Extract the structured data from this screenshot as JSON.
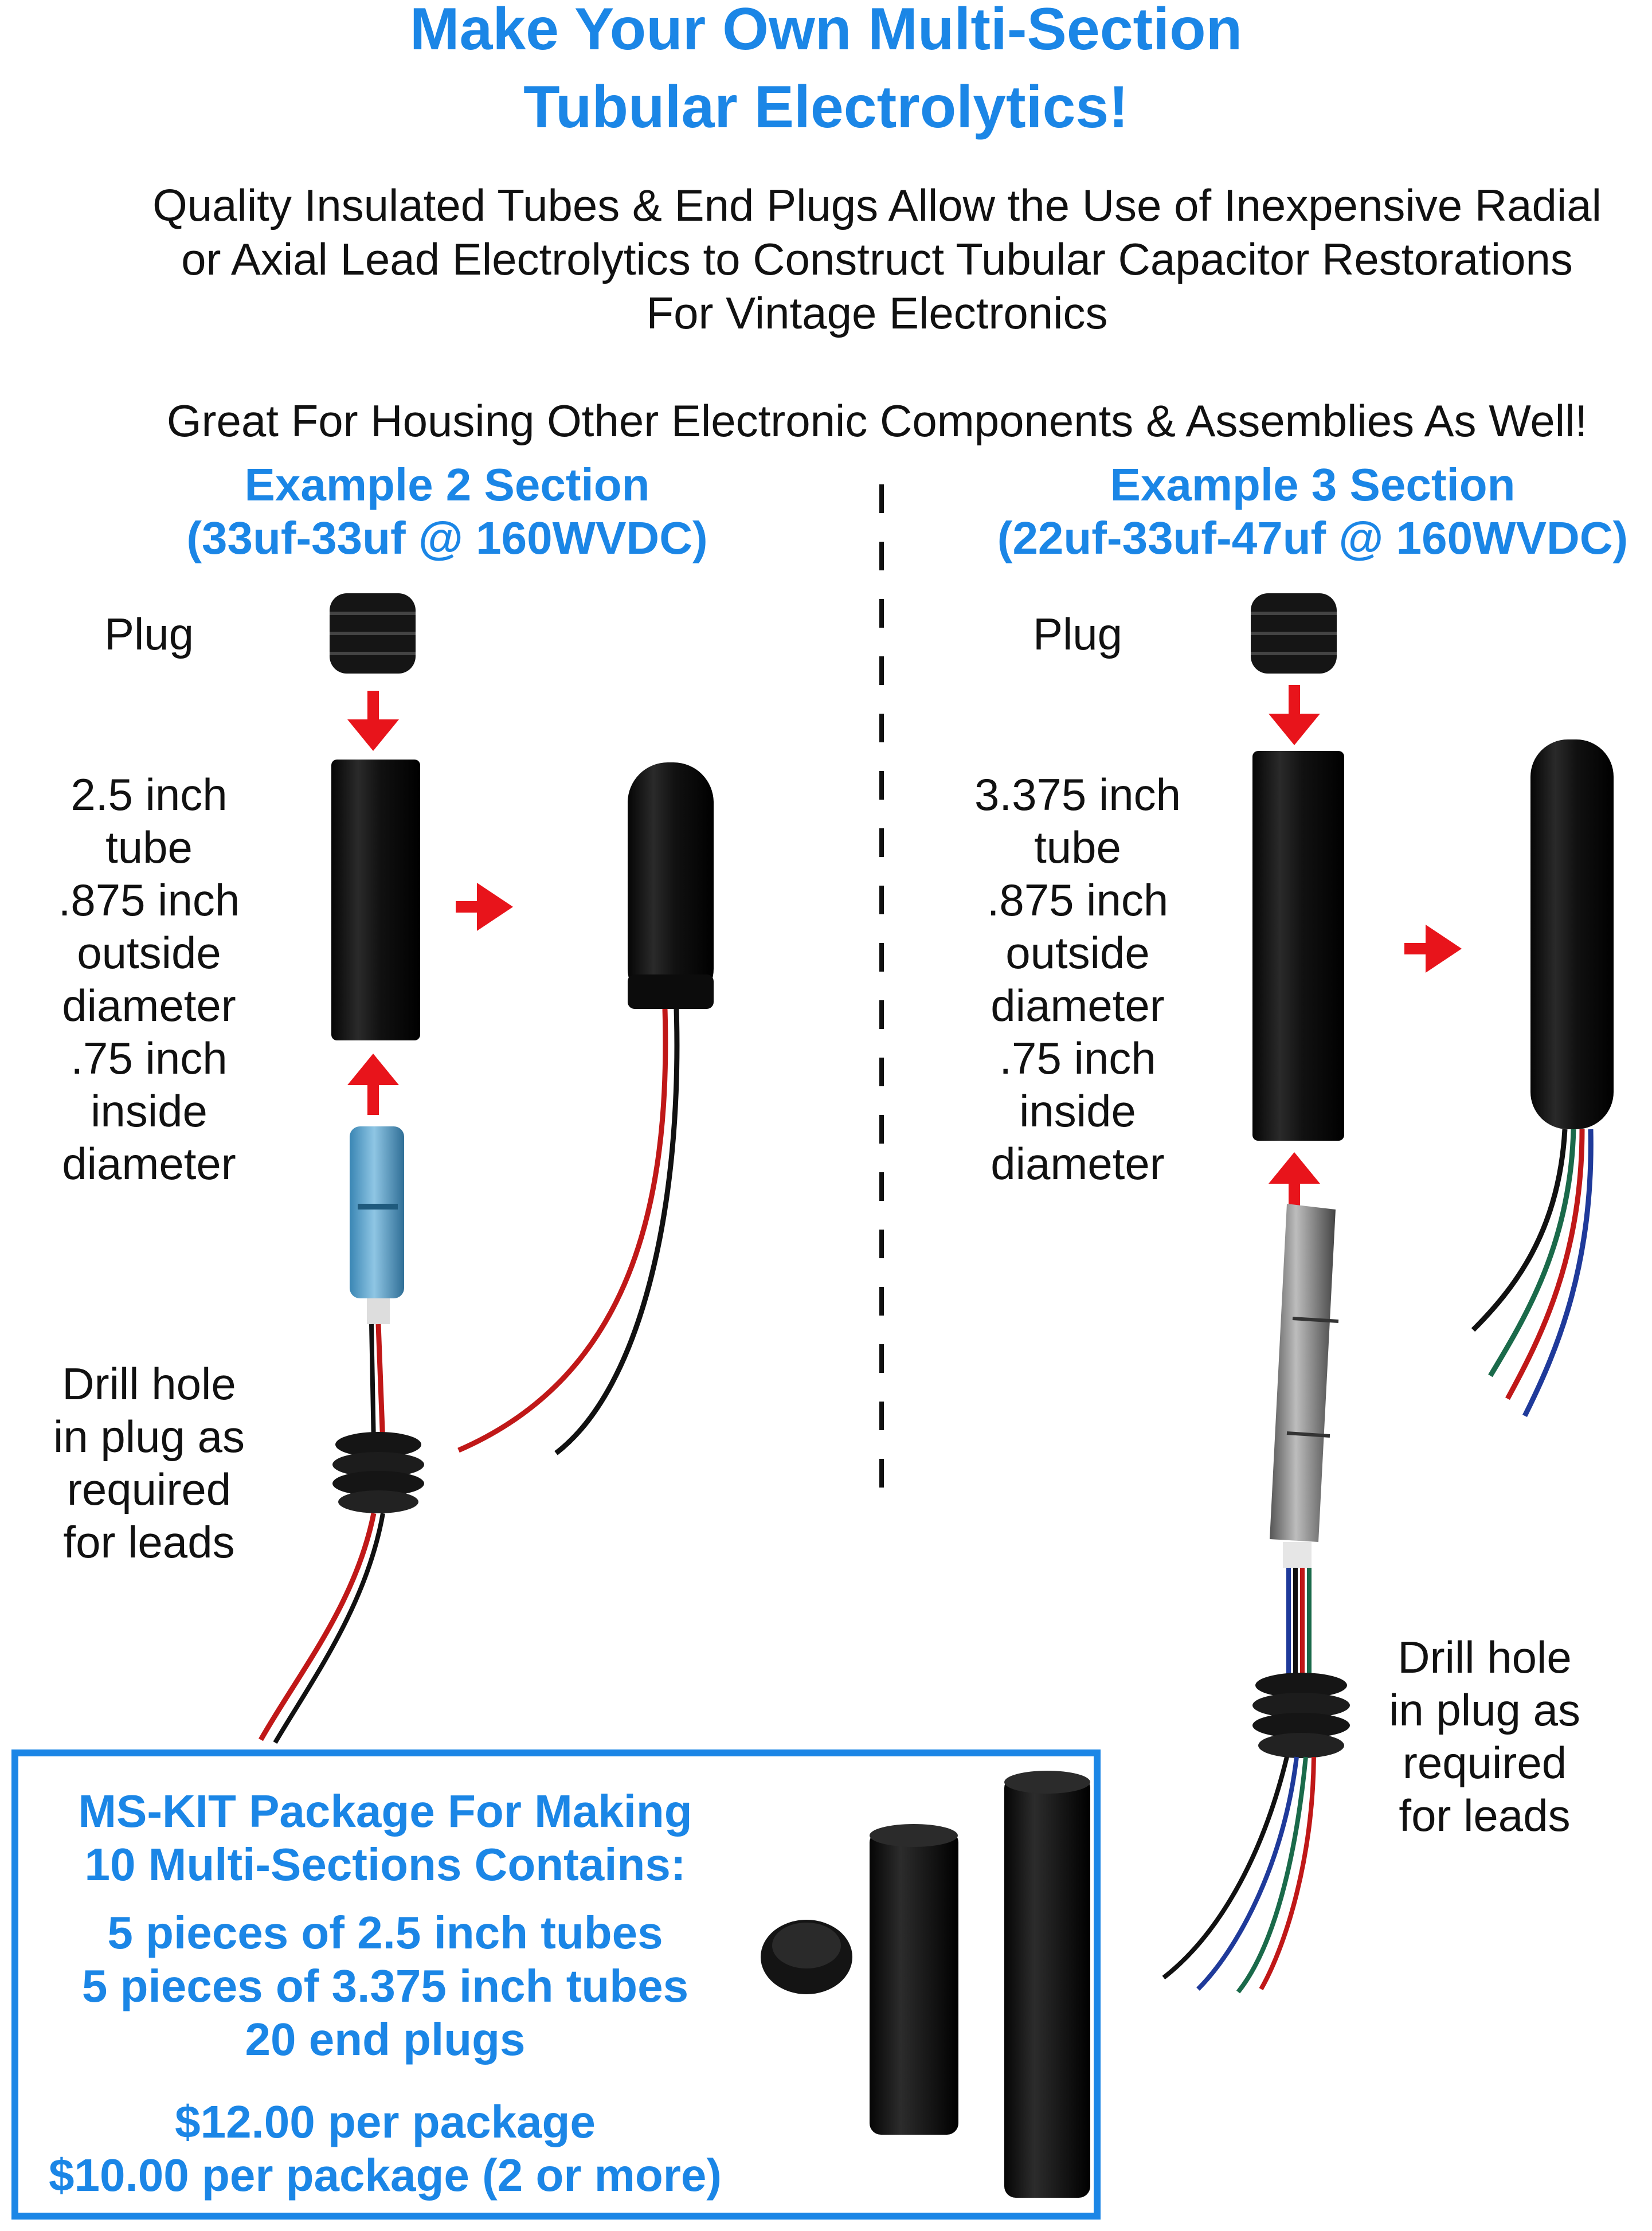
{
  "header": {
    "title_line1": "Make Your Own Multi-Section",
    "title_line2": "Tubular Electrolytics!",
    "desc_line1": "Quality Insulated Tubes & End Plugs Allow the Use of Inexpensive Radial",
    "desc_line2": "or Axial Lead Electrolytics to Construct Tubular Capacitor Restorations",
    "desc_line3": "For Vintage Electronics",
    "tagline": "Great For Housing Other Electronic Components & Assemblies As Well!"
  },
  "left_example": {
    "heading1": "Example 2 Section",
    "heading2": "(33uf-33uf @ 160WVDC)",
    "plug_label": "Plug",
    "dims": [
      "2.5 inch",
      "tube",
      ".875 inch",
      "outside",
      "diameter",
      ".75 inch",
      "inside",
      "diameter"
    ],
    "drill": [
      "Drill hole",
      "in plug as",
      "required",
      "for leads"
    ]
  },
  "right_example": {
    "heading1": "Example 3 Section",
    "heading2": "(22uf-33uf-47uf @ 160WVDC)",
    "plug_label": "Plug",
    "dims": [
      "3.375 inch",
      "tube",
      ".875 inch",
      "outside",
      "diameter",
      ".75 inch",
      "inside",
      "diameter"
    ],
    "drill": [
      "Drill hole",
      "in plug as",
      "required",
      "for leads"
    ]
  },
  "kit": {
    "line1": "MS-KIT Package For Making",
    "line2": "10 Multi-Sections Contains:",
    "item1": "5 pieces of 2.5 inch tubes",
    "item2": "5 pieces of 3.375 inch tubes",
    "item3": "20 end plugs",
    "price1": "$12.00 per package",
    "price2": "$10.00 per package (2 or more)"
  },
  "colors": {
    "accent_blue": "#1b86e6",
    "arrow_red": "#e8141b",
    "tube_black": "#141414"
  }
}
